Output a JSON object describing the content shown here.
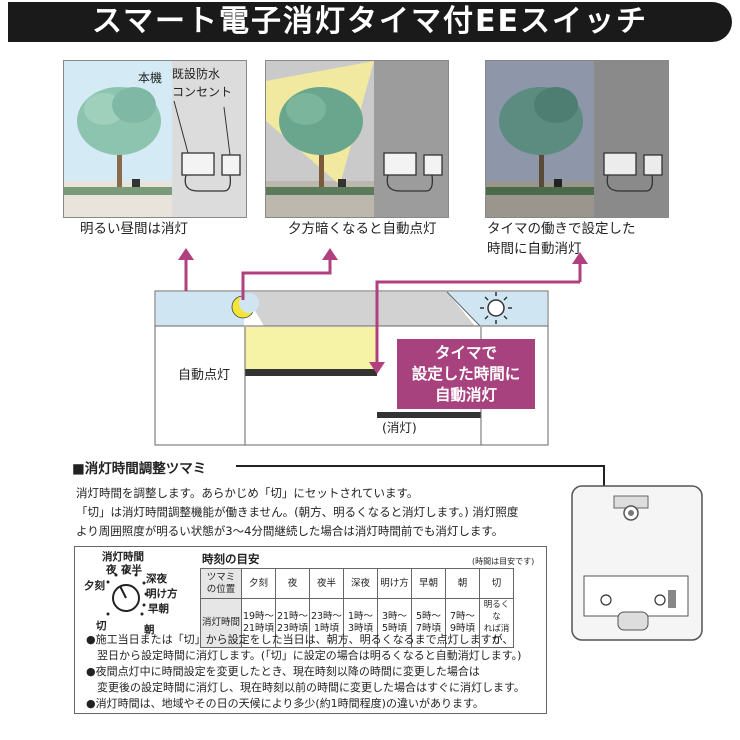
{
  "title": "スマート電子消灯タイマ付EEスイッチ",
  "scenes": [
    {
      "caption": "明るい昼間は消灯",
      "labels": [
        "本機",
        "既設防水",
        "コンセント"
      ]
    },
    {
      "caption": "夕方暗くなると自動点灯"
    },
    {
      "caption_lines": [
        "タイマの働きで設定した",
        "時間に自動消灯"
      ]
    }
  ],
  "timeline": {
    "row_on": "自動点灯",
    "row_off": "(消灯)",
    "callout": [
      "タイマで",
      "設定した時間に",
      "自動消灯"
    ],
    "icons": [
      "moon-icon",
      "sun-icon"
    ]
  },
  "section": {
    "heading": "■消灯時間調整ツマミ",
    "paragraphs": [
      "消灯時間を調整します。あらかじめ「切」にセットされています。",
      "「切」は消灯時間調整機能が働きません。(朝方、明るくなると消灯します。) 消灯照度",
      "より周囲照度が明るい状態が3～4分間継続した場合は消灯時間前でも消灯します。"
    ]
  },
  "knob": {
    "labels": [
      "消灯時間",
      "夜",
      "夜半",
      "深夜",
      "夕刻",
      "明け方",
      "早朝",
      "切",
      "朝"
    ]
  },
  "time_table": {
    "title": "時刻の目安",
    "note": "(時間は目安です)",
    "header": [
      "ツマミ\nの位置",
      "夕刻",
      "夜",
      "夜半",
      "深夜",
      "明け方",
      "早朝",
      "朝",
      "切"
    ],
    "row_label": "消灯時間",
    "cells": [
      "19時～\n21時頃",
      "21時～\n23時頃",
      "23時～\n1時頃",
      "1時～\n3時頃",
      "3時～\n5時頃",
      "5時～\n7時頃",
      "7時～\n9時頃",
      "明るくな\nれば消灯"
    ]
  },
  "notes": [
    "●施工当日または「切」から設定をした当日は、朝方、明るくなるまで点灯しますが、",
    "　翌日から設定時間に消灯します。(「切」に設定の場合は明るくなると自動消灯します。)",
    "●夜間点灯中に時間設定を変更したとき、現在時刻以降の時間に変更した場合は",
    "　変更後の設定時間に消灯し、現在時刻以前の時間に変更した場合はすぐに消灯します。",
    "●消灯時間は、地域やその日の天候により多少(約1時間程度)の違いがあります。"
  ],
  "colors": {
    "banner": "#1a1a1a",
    "arrow": "#b0407e",
    "callout": "#a8427f",
    "lit": "#f6f2a6",
    "sky_day": "#cfe6f2",
    "sky_dusk": "#c8c8c8",
    "sky_night": "#8a93a8"
  }
}
